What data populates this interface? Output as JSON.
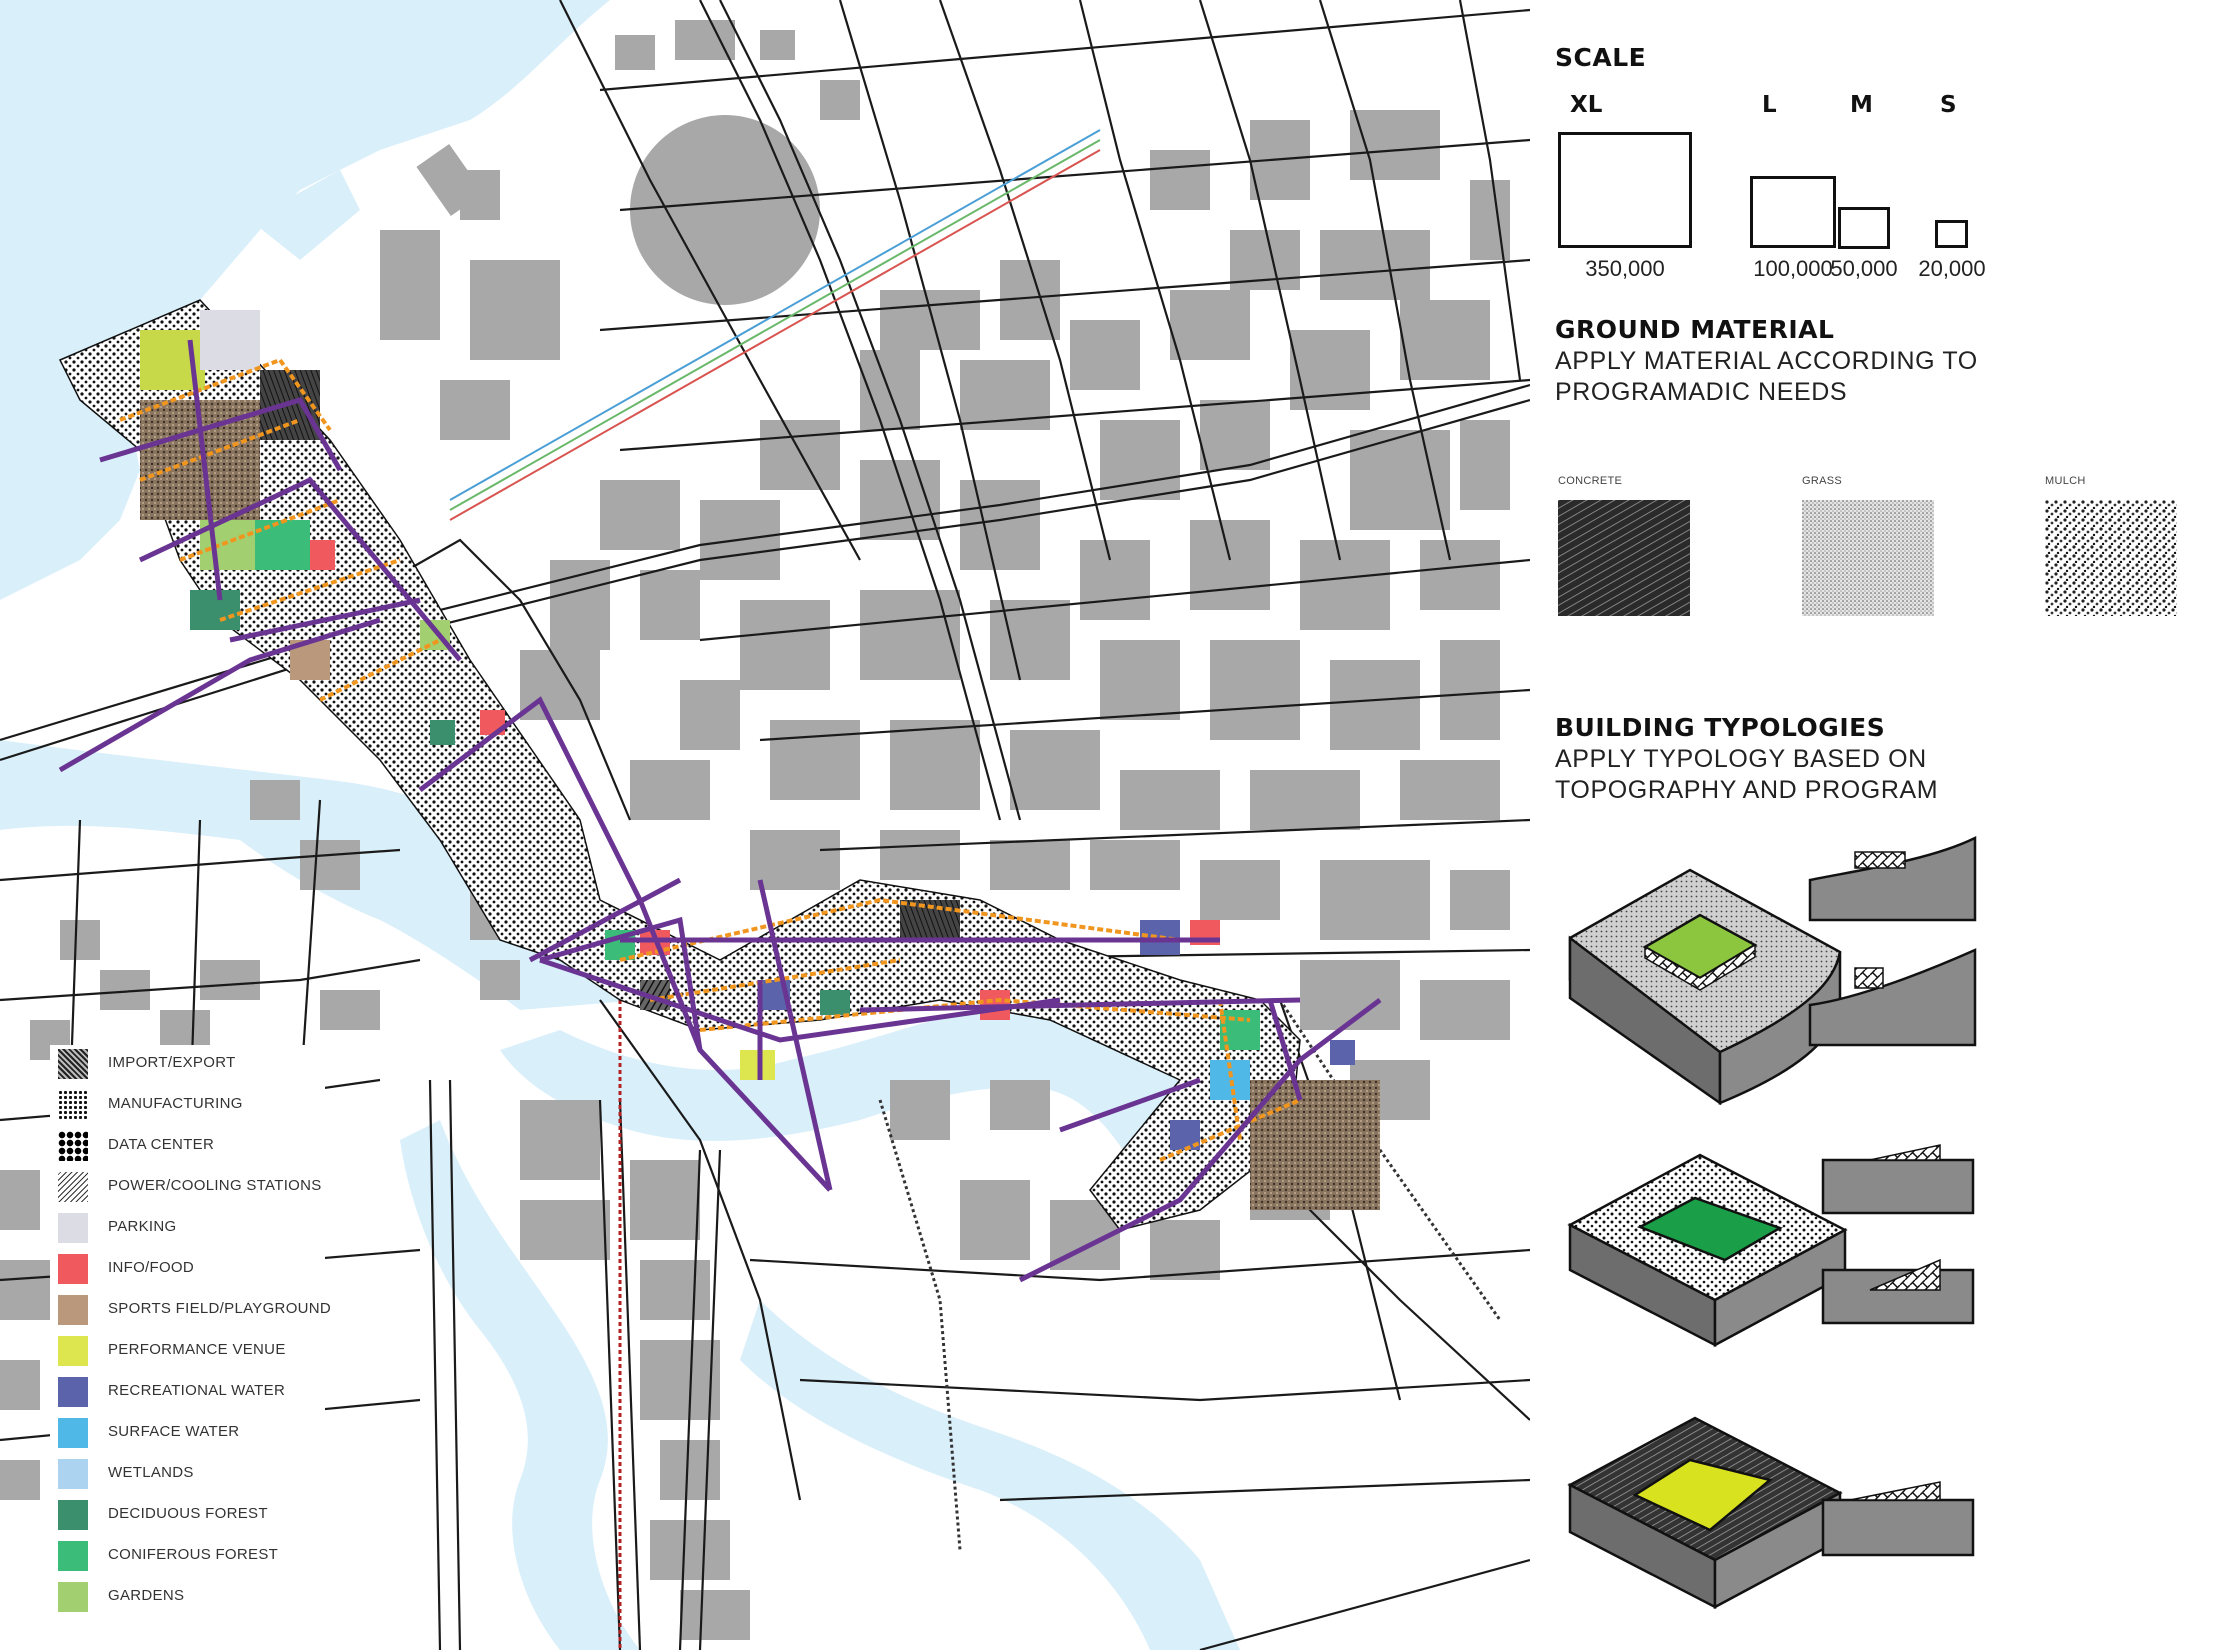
{
  "panel": {
    "scale": {
      "heading": "SCALE",
      "items": [
        {
          "label": "XL",
          "value": "350,000"
        },
        {
          "label": "L",
          "value": "100,000"
        },
        {
          "label": "M",
          "value": "50,000"
        },
        {
          "label": "S",
          "value": "20,000"
        }
      ]
    },
    "ground_material": {
      "heading": "GROUND MATERIAL",
      "subtitle_line1": "APPLY MATERIAL ACCORDING TO",
      "subtitle_line2": "PROGRAMADIC NEEDS",
      "items": [
        {
          "label": "CONCRETE",
          "pattern": "concrete"
        },
        {
          "label": "GRASS",
          "pattern": "grass"
        },
        {
          "label": "MULCH",
          "pattern": "mulch"
        }
      ]
    },
    "building_typologies": {
      "heading": "BUILDING TYPOLOGIES",
      "subtitle_line1": "APPLY TYPOLOGY BASED ON",
      "subtitle_line2": "TOPOGRAPHY AND PROGRAM",
      "roof_colors": [
        "#8cc63f",
        "#1a9f48",
        "#d8e21f"
      ]
    }
  },
  "legend": {
    "items": [
      {
        "label": "IMPORT/EXPORT",
        "color": "#555555",
        "pattern": "hatch"
      },
      {
        "label": "MANUFACTURING",
        "color": "#333333",
        "pattern": "dots"
      },
      {
        "label": "DATA CENTER",
        "color": "#222222",
        "pattern": "blotch"
      },
      {
        "label": "POWER/COOLING STATIONS",
        "color": "#777777",
        "pattern": "diag"
      },
      {
        "label": "PARKING",
        "color": "#dcdce4"
      },
      {
        "label": "INFO/FOOD",
        "color": "#f05a5f"
      },
      {
        "label": "SPORTS FIELD/PLAYGROUND",
        "color": "#b9987c"
      },
      {
        "label": "PERFORMANCE VENUE",
        "color": "#dde64f"
      },
      {
        "label": "RECREATIONAL WATER",
        "color": "#5b63ab"
      },
      {
        "label": "SURFACE WATER",
        "color": "#4fb8e6"
      },
      {
        "label": "WETLANDS",
        "color": "#acd3f0"
      },
      {
        "label": "DECIDUOUS FOREST",
        "color": "#3c8f6d"
      },
      {
        "label": "CONIFEROUS FOREST",
        "color": "#3bbc79"
      },
      {
        "label": "GARDENS",
        "color": "#a2cf6f"
      }
    ]
  },
  "map_colors": {
    "water": "#d9effa",
    "building": "#a8a8a8",
    "road_outline": "#1a1a1a",
    "route": "#6a3493",
    "path": "#f0961f"
  }
}
